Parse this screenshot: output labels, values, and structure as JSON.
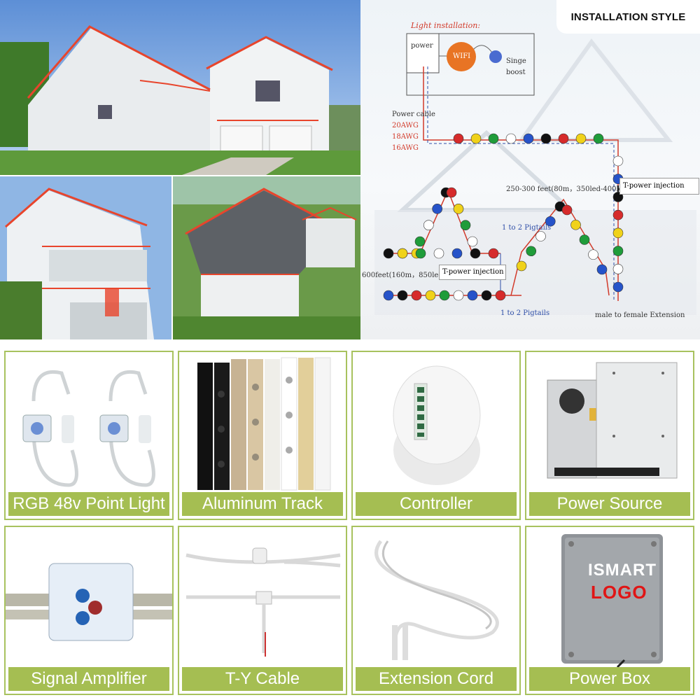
{
  "header": {
    "installation_label": "INSTALLATION STYLE"
  },
  "diagram": {
    "title": "Light installation:",
    "power_label": "power",
    "wifi_label": "WIFI",
    "boost_label": "Singe\nboost",
    "power_cable_label": "Power cable",
    "awg": [
      "20AWG",
      "18AWG",
      "16AWG"
    ],
    "run_upper": "250-300 feet(80m，350led-400led)",
    "t_power_upper": "T-power injection",
    "run_lower": "600feet(160m，850led)",
    "t_power_lower": "T-power injection",
    "pigtails_upper": "1 to 2 Pigtails",
    "pigtails_lower": "1 to 2 Pigtails",
    "extension": "male to female Extension"
  },
  "products": [
    {
      "label": "RGB 48v Point Light",
      "icon": "point-light-icon"
    },
    {
      "label": "Aluminum Track",
      "icon": "aluminum-track-icon"
    },
    {
      "label": "Controller",
      "icon": "controller-icon"
    },
    {
      "label": "Power Source",
      "icon": "power-source-icon"
    },
    {
      "label": "Signal Amplifier",
      "icon": "signal-amplifier-icon"
    },
    {
      "label": "T-Y Cable",
      "icon": "ty-cable-icon"
    },
    {
      "label": "Extension Cord",
      "icon": "extension-cord-icon"
    },
    {
      "label": "Power Box",
      "icon": "power-box-icon"
    }
  ],
  "power_box": {
    "brand": "ISMART",
    "logo": "LOGO"
  },
  "colors": {
    "accent_green": "#a5be52",
    "border_green": "#a8c25e",
    "outline_red": "#e8452c"
  }
}
